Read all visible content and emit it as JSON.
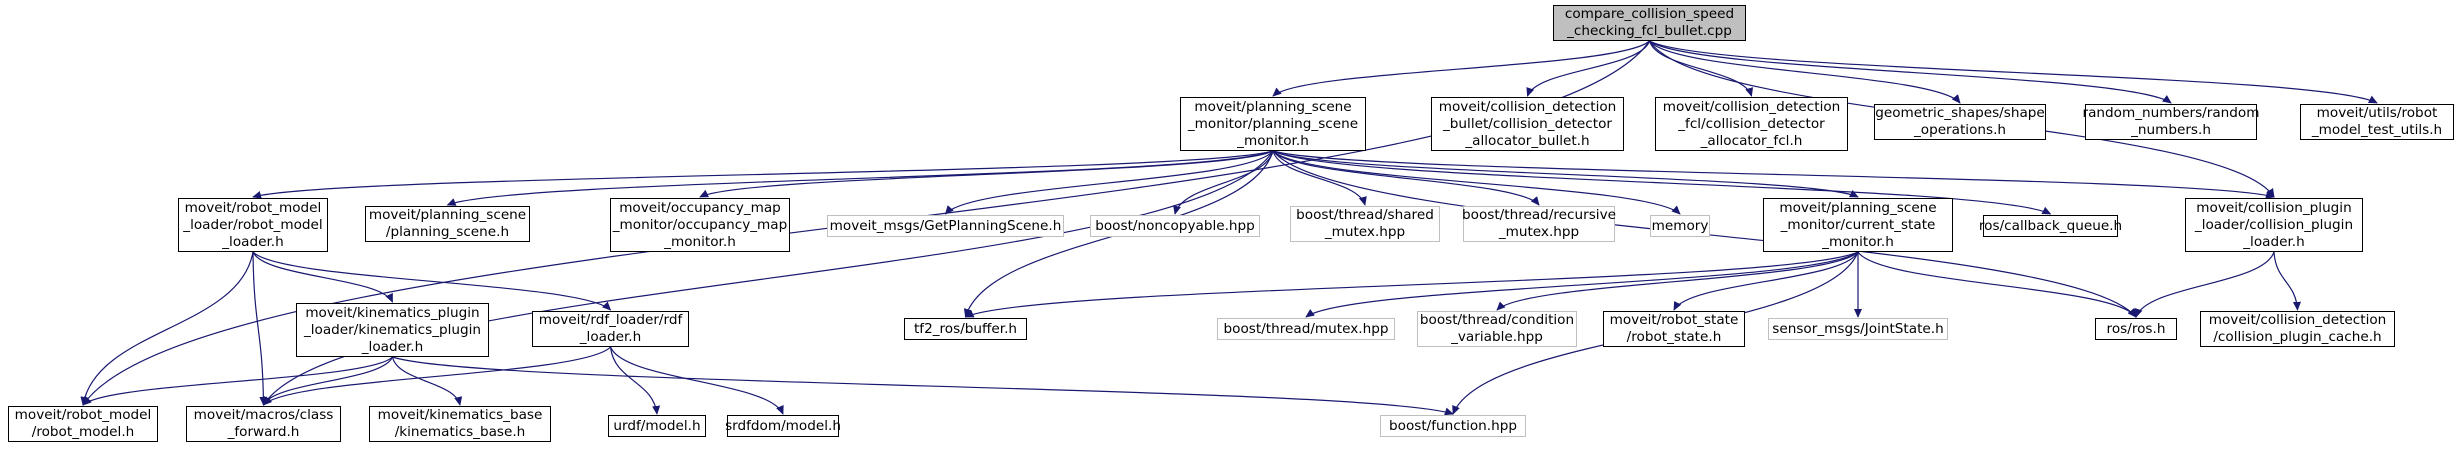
{
  "diagram": {
    "edge_color": "#191970",
    "external_border_color": "#bfbfbf",
    "root_fill": "#bfbfbf",
    "nodes": {
      "root": {
        "lines": [
          "compare_collision_speed",
          "_checking_fcl_bullet.cpp"
        ],
        "kind": "root"
      },
      "psm": {
        "lines": [
          "moveit/planning_scene",
          "_monitor/planning_scene",
          "_monitor.h"
        ],
        "kind": "internal"
      },
      "cd_bullet": {
        "lines": [
          "moveit/collision_detection",
          "_bullet/collision_detector",
          "_allocator_bullet.h"
        ],
        "kind": "internal"
      },
      "cd_fcl": {
        "lines": [
          "moveit/collision_detection",
          "_fcl/collision_detector",
          "_allocator_fcl.h"
        ],
        "kind": "internal"
      },
      "shape_ops": {
        "lines": [
          "geometric_shapes/shape",
          "_operations.h"
        ],
        "kind": "internal"
      },
      "rand_nums": {
        "lines": [
          "random_numbers/random",
          "_numbers.h"
        ],
        "kind": "internal"
      },
      "rm_test": {
        "lines": [
          "moveit/utils/robot",
          "_model_test_utils.h"
        ],
        "kind": "internal"
      },
      "rml": {
        "lines": [
          "moveit/robot_model",
          "_loader/robot_model",
          "_loader.h"
        ],
        "kind": "internal"
      },
      "ps": {
        "lines": [
          "moveit/planning_scene",
          "/planning_scene.h"
        ],
        "kind": "internal"
      },
      "omm": {
        "lines": [
          "moveit/occupancy_map",
          "_monitor/occupancy_map",
          "_monitor.h"
        ],
        "kind": "internal"
      },
      "gps": {
        "lines": [
          "moveit_msgs/GetPlanningScene.h"
        ],
        "kind": "external"
      },
      "noncopy": {
        "lines": [
          "boost/noncopyable.hpp"
        ],
        "kind": "external"
      },
      "shared_mutex": {
        "lines": [
          "boost/thread/shared",
          "_mutex.hpp"
        ],
        "kind": "external"
      },
      "rec_mutex": {
        "lines": [
          "boost/thread/recursive",
          "_mutex.hpp"
        ],
        "kind": "external"
      },
      "memory": {
        "lines": [
          "memory"
        ],
        "kind": "external"
      },
      "csm": {
        "lines": [
          "moveit/planning_scene",
          "_monitor/current_state",
          "_monitor.h"
        ],
        "kind": "internal"
      },
      "cbq": {
        "lines": [
          "ros/callback_queue.h"
        ],
        "kind": "internal"
      },
      "cpl": {
        "lines": [
          "moveit/collision_plugin",
          "_loader/collision_plugin",
          "_loader.h"
        ],
        "kind": "internal"
      },
      "kpl": {
        "lines": [
          "moveit/kinematics_plugin",
          "_loader/kinematics_plugin",
          "_loader.h"
        ],
        "kind": "internal"
      },
      "rdf": {
        "lines": [
          "moveit/rdf_loader/rdf",
          "_loader.h"
        ],
        "kind": "internal"
      },
      "tf2": {
        "lines": [
          "tf2_ros/buffer.h"
        ],
        "kind": "internal"
      },
      "mutex": {
        "lines": [
          "boost/thread/mutex.hpp"
        ],
        "kind": "external"
      },
      "condvar": {
        "lines": [
          "boost/thread/condition",
          "_variable.hpp"
        ],
        "kind": "external"
      },
      "rstate": {
        "lines": [
          "moveit/robot_state",
          "/robot_state.h"
        ],
        "kind": "internal"
      },
      "jstate": {
        "lines": [
          "sensor_msgs/JointState.h"
        ],
        "kind": "external"
      },
      "ros": {
        "lines": [
          "ros/ros.h"
        ],
        "kind": "internal"
      },
      "cpc": {
        "lines": [
          "moveit/collision_detection",
          "/collision_plugin_cache.h"
        ],
        "kind": "internal"
      },
      "rm": {
        "lines": [
          "moveit/robot_model",
          "/robot_model.h"
        ],
        "kind": "internal"
      },
      "cf": {
        "lines": [
          "moveit/macros/class",
          "_forward.h"
        ],
        "kind": "internal"
      },
      "kb": {
        "lines": [
          "moveit/kinematics_base",
          "/kinematics_base.h"
        ],
        "kind": "internal"
      },
      "urdf": {
        "lines": [
          "urdf/model.h"
        ],
        "kind": "internal"
      },
      "srdf": {
        "lines": [
          "srdfdom/model.h"
        ],
        "kind": "internal"
      },
      "func": {
        "lines": [
          "boost/function.hpp"
        ],
        "kind": "external"
      }
    }
  }
}
